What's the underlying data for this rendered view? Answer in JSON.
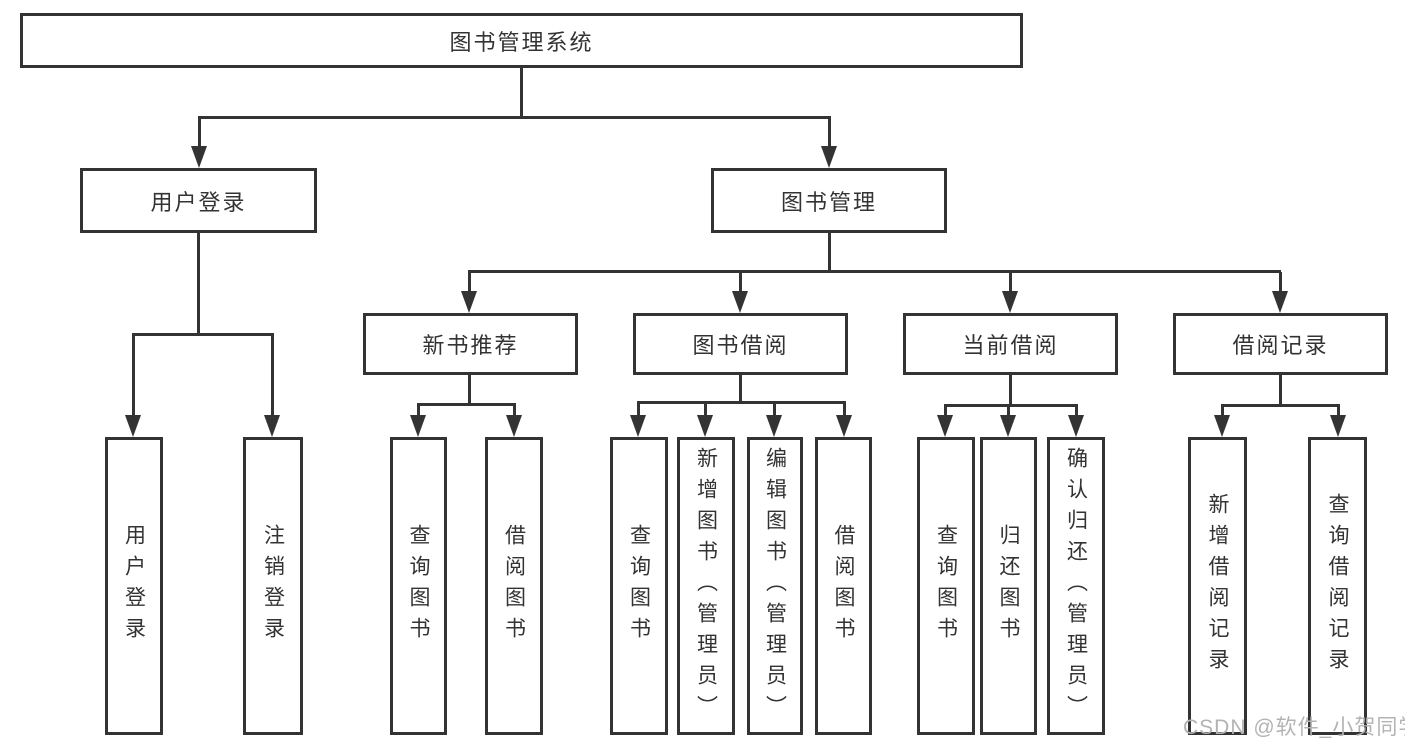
{
  "diagram": {
    "title": "图书管理系统",
    "root": {
      "label": "图书管理系统"
    },
    "level2": [
      {
        "id": "user-login",
        "label": "用户登录"
      },
      {
        "id": "book-management",
        "label": "图书管理"
      }
    ],
    "level3": [
      {
        "id": "new-book-recommend",
        "label": "新书推荐"
      },
      {
        "id": "book-borrowing",
        "label": "图书借阅"
      },
      {
        "id": "current-borrowing",
        "label": "当前借阅"
      },
      {
        "id": "borrowing-records",
        "label": "借阅记录"
      }
    ],
    "leaves": [
      {
        "id": "user-login-action",
        "label": "用户登录"
      },
      {
        "id": "logout",
        "label": "注销登录"
      },
      {
        "id": "query-books-recommend",
        "label": "查询图书"
      },
      {
        "id": "borrow-books-recommend",
        "label": "借阅图书"
      },
      {
        "id": "query-books-borrowing",
        "label": "查询图书"
      },
      {
        "id": "add-books-admin",
        "label": "新增图书（管理员）"
      },
      {
        "id": "edit-books-admin",
        "label": "编辑图书（管理员）"
      },
      {
        "id": "borrow-books",
        "label": "借阅图书"
      },
      {
        "id": "query-books-current",
        "label": "查询图书"
      },
      {
        "id": "return-books",
        "label": "归还图书"
      },
      {
        "id": "confirm-return-admin",
        "label": "确认归还（管理员）"
      },
      {
        "id": "add-borrow-record",
        "label": "新增借阅记录"
      },
      {
        "id": "query-borrow-record",
        "label": "查询借阅记录"
      }
    ],
    "watermark": "CSDN @软件_小贺同学",
    "colors": {
      "line": "#333333",
      "text": "#333333",
      "background": "#ffffff",
      "watermark": "#b3b3b3"
    }
  }
}
